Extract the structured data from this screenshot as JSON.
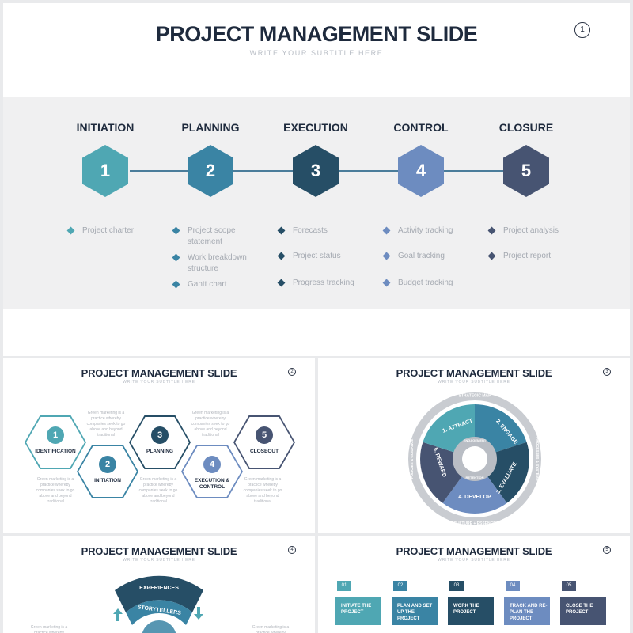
{
  "main": {
    "title": "PROJECT MANAGEMENT SLIDE",
    "subtitle": "WRITE YOUR SUBTITLE HERE",
    "page": "1",
    "phases": [
      {
        "name": "INITIATION",
        "num": "1",
        "color": "#4fa7b3",
        "items": [
          "Project charter"
        ]
      },
      {
        "name": "PLANNING",
        "num": "2",
        "color": "#3a84a4",
        "items": [
          "Project scope statement",
          "Work breakdown structure",
          "Gantt chart"
        ]
      },
      {
        "name": "EXECUTION",
        "num": "3",
        "color": "#264e66",
        "items": [
          "Forecasts",
          "Project status",
          "Progress tracking"
        ]
      },
      {
        "name": "CONTROL",
        "num": "4",
        "color": "#6d8cc0",
        "items": [
          "Activity tracking",
          "Goal tracking",
          "Budget tracking"
        ]
      },
      {
        "name": "CLOSURE",
        "num": "5",
        "color": "#475472",
        "items": [
          "Project analysis",
          "Project report"
        ]
      }
    ]
  },
  "thumb2": {
    "title": "PROJECT MANAGEMENT SLIDE",
    "subtitle": "WRITE YOUR SUBTITLE HERE",
    "page": "2",
    "note": "Green marketing is a practice whereby companies seek to go above and beyond traditional",
    "hexes": [
      {
        "num": "1",
        "label": "IDENTIFICATION",
        "color": "#4fa7b3"
      },
      {
        "num": "2",
        "label": "INITIATION",
        "color": "#3a84a4"
      },
      {
        "num": "3",
        "label": "PLANNING",
        "color": "#264e66"
      },
      {
        "num": "4",
        "label": "EXECUTION & CONTROL",
        "color": "#6d8cc0"
      },
      {
        "num": "5",
        "label": "CLOSEOUT",
        "color": "#475472"
      }
    ]
  },
  "thumb3": {
    "title": "PROJECT MANAGEMENT SLIDE",
    "subtitle": "WRITE YOUR SUBTITLE HERE",
    "page": "3",
    "ring_top": "STRATEGIC MAP",
    "ring_bottom": "CULTURE + ESSENCE",
    "ring_left": "POLICIES & GUIDANCE",
    "ring_right": "PROCESSES & SYSTEMS",
    "center_top": "ENGAGEMENT",
    "center_bottom": "RETENTION",
    "segments": [
      {
        "label": "1. ATTRACT",
        "color": "#4fa7b3"
      },
      {
        "label": "2. ENGAGE",
        "color": "#3a84a4"
      },
      {
        "label": "3. EVALUATE",
        "color": "#264e66"
      },
      {
        "label": "4. DEVELOP",
        "color": "#6d8cc0"
      },
      {
        "label": "5. REWARD",
        "color": "#475472"
      }
    ]
  },
  "thumb4": {
    "title": "PROJECT MANAGEMENT SLIDE",
    "subtitle": "WRITE YOUR SUBTITLE HERE",
    "page": "4",
    "arc_outer": "EXPERIENCES",
    "arc_inner": "STORYTELLERS",
    "note": "Green marketing is a practice whereby"
  },
  "thumb5": {
    "title": "PROJECT MANAGEMENT SLIDE",
    "subtitle": "WRITE YOUR SUBTITLE HERE",
    "page": "5",
    "flags": [
      {
        "num": "01",
        "label": "INITIATE THE PROJECT",
        "color": "#4fa7b3"
      },
      {
        "num": "02",
        "label": "PLAN AND SET UP THE PROJECT",
        "color": "#3a84a4"
      },
      {
        "num": "03",
        "label": "WORK THE PROJECT",
        "color": "#264e66"
      },
      {
        "num": "04",
        "label": "TRACK AND RE-PLAN THE PROJECT",
        "color": "#6d8cc0"
      },
      {
        "num": "05",
        "label": "CLOSE THE PROJECT",
        "color": "#475472"
      }
    ]
  }
}
